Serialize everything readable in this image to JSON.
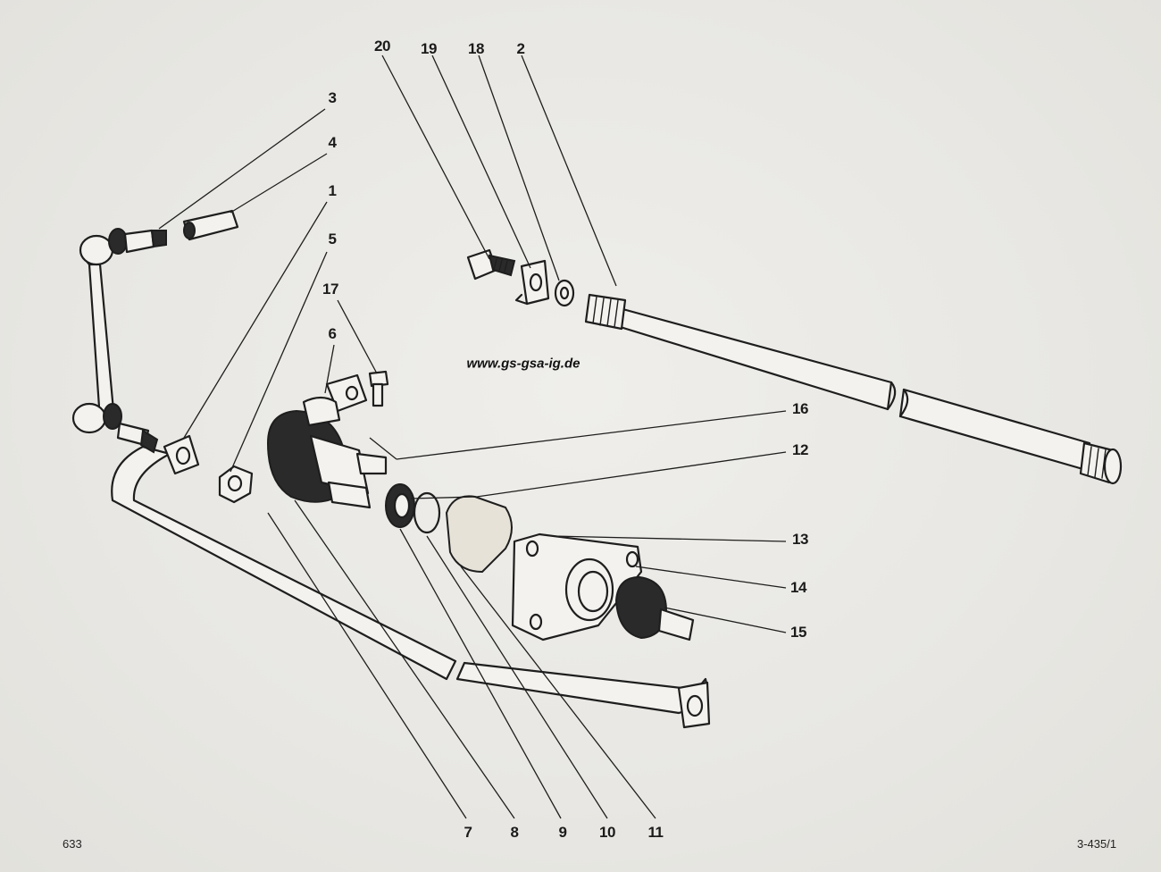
{
  "watermark": "www.gs-gsa-ig.de",
  "page_number": "633",
  "figure_reference": "3-435/1",
  "callouts": [
    {
      "id": "1",
      "label": "1"
    },
    {
      "id": "2",
      "label": "2"
    },
    {
      "id": "3",
      "label": "3"
    },
    {
      "id": "4",
      "label": "4"
    },
    {
      "id": "5",
      "label": "5"
    },
    {
      "id": "6",
      "label": "6"
    },
    {
      "id": "7",
      "label": "7"
    },
    {
      "id": "8",
      "label": "8"
    },
    {
      "id": "9",
      "label": "9"
    },
    {
      "id": "10",
      "label": "10"
    },
    {
      "id": "11",
      "label": "11"
    },
    {
      "id": "12",
      "label": "12"
    },
    {
      "id": "13",
      "label": "13"
    },
    {
      "id": "14",
      "label": "14"
    },
    {
      "id": "15",
      "label": "15"
    },
    {
      "id": "16",
      "label": "16"
    },
    {
      "id": "17",
      "label": "17"
    },
    {
      "id": "18",
      "label": "18"
    },
    {
      "id": "19",
      "label": "19"
    },
    {
      "id": "20",
      "label": "20"
    }
  ],
  "colors": {
    "paper": "#e9e8e4",
    "ink": "#1e1e1e"
  }
}
